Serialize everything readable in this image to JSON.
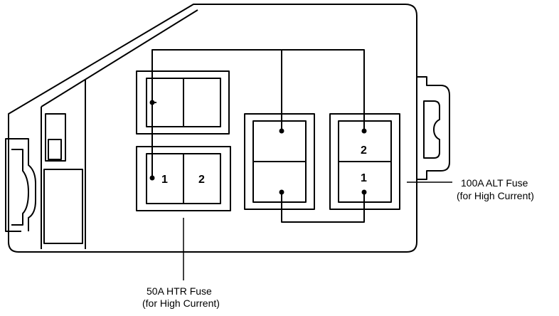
{
  "colors": {
    "stroke": "#000000",
    "background": "#ffffff"
  },
  "upper_left_fuse": {
    "terminals": []
  },
  "htr_fuse": {
    "terminal_1": "1",
    "terminal_2": "2",
    "callout_line1": "50A HTR Fuse",
    "callout_line2": "(for High Current)"
  },
  "alt_fuse": {
    "terminal_top": "2",
    "terminal_bottom": "1",
    "callout_line1": "100A ALT Fuse",
    "callout_line2": "(for High Current)"
  }
}
